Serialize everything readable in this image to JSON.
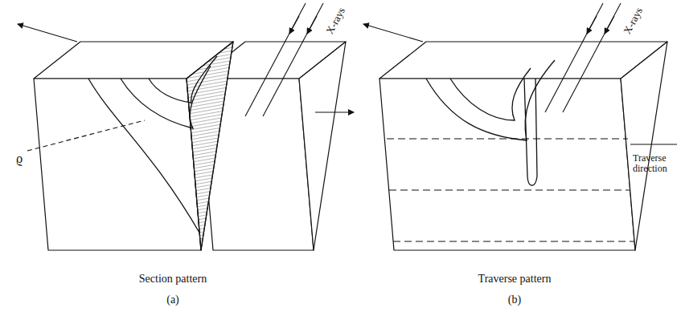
{
  "diagram": {
    "labels": [
      "X-rays",
      "ϱ",
      "Section pattern",
      "(a)",
      "X-rays",
      "Traverse direction",
      "Traverse pattern",
      "(b)"
    ]
  }
}
